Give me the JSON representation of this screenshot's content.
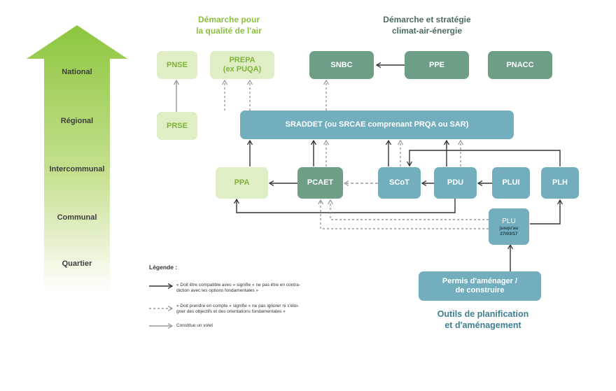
{
  "headings": {
    "air_quality": "Démarche pour\nla qualité de l'air",
    "climate": "Démarche et stratégie\nclimat-air-énergie",
    "tools": "Outils de planification\net d'aménagement"
  },
  "levels": [
    "National",
    "Régional",
    "Intercommunal",
    "Communal",
    "Quartier"
  ],
  "boxes": {
    "pnse": "PNSE",
    "prepa": "PREPA\n(ex PUQA)",
    "snbc": "SNBC",
    "ppe": "PPE",
    "pnacc": "PNACC",
    "prse": "PRSE",
    "sraddet": "SRADDET (ou SRCAE comprenant PRQA ou SAR)",
    "ppa": "PPA",
    "pcaet": "PCAET",
    "scot": "SCoT",
    "pdu": "PDU",
    "plui": "PLUI",
    "plh": "PLH",
    "plu_title": "PLU",
    "plu_sub": "jusqu'au\n27/03/17",
    "permis": "Permis d'aménager /\nde construire"
  },
  "legend": {
    "title": "Légende :",
    "items": [
      "« Doit être compatible avec » signifie « ne pas être en contra-\ndiction avec les options fondamentales »",
      "« Doit prendre en compte » signifie « ne pas ignorer ni s'éloi-\ngner des objectifs et des orientations fondamentales »",
      "Constitue un volet"
    ]
  },
  "colors": {
    "light_green": "#dfeec4",
    "light_green_text": "#7fb23a",
    "dark_green": "#6e9e86",
    "teal": "#72aebd",
    "heading_green": "#8cbf3f",
    "heading_dark": "#4d6b5e"
  }
}
